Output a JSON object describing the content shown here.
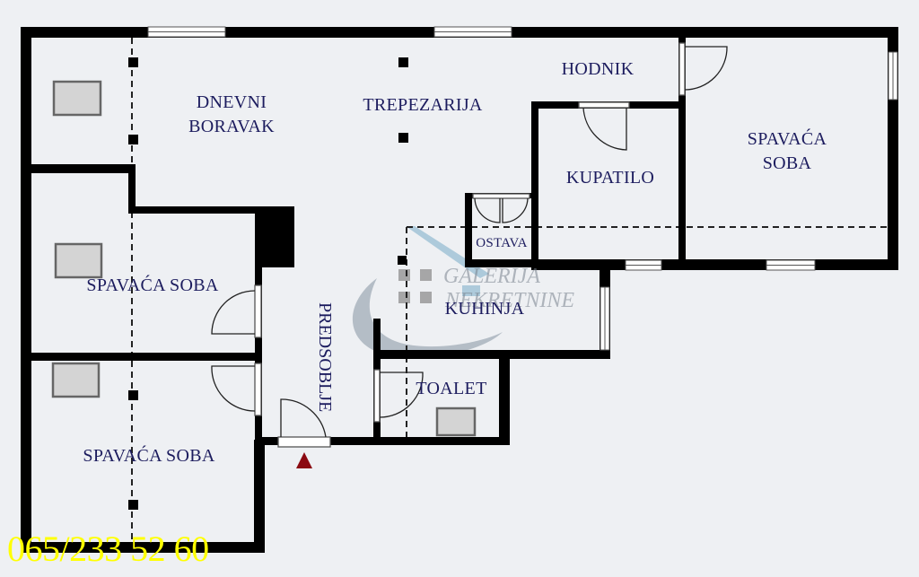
{
  "floor_plan": {
    "rooms": [
      {
        "id": "dnevni-boravak",
        "label_line1": "DNEVNI",
        "label_line2": "BORAVAK"
      },
      {
        "id": "trepezarija",
        "label": "TREPEZARIJA"
      },
      {
        "id": "hodnik",
        "label": "HODNIK"
      },
      {
        "id": "kupatilo",
        "label": "KUPATILO"
      },
      {
        "id": "spavaca-soba-right",
        "label_line1": "SPAVAĆA",
        "label_line2": "SOBA"
      },
      {
        "id": "ostava",
        "label": "OSTAVA"
      },
      {
        "id": "spavaca-soba-middle",
        "label": "SPAVAĆA SOBA"
      },
      {
        "id": "kuhinja",
        "label": "KUHINJA"
      },
      {
        "id": "predsoblje",
        "label": "PREDSOBLJE"
      },
      {
        "id": "toalet",
        "label": "TOALET"
      },
      {
        "id": "spavaca-soba-bottom",
        "label": "SPAVAĆA SOBA"
      }
    ],
    "entrance_marker": "entrance-arrow",
    "colors": {
      "background": "#eef0f3",
      "wall": "#000000",
      "label": "#1c1c5e",
      "phone": "#ffff00",
      "entrance": "#8b0a12"
    }
  },
  "watermark": {
    "line1": "GALERIJA",
    "line2": "NEKRETNINE"
  },
  "contact": {
    "phone": "065/233 52 60"
  }
}
